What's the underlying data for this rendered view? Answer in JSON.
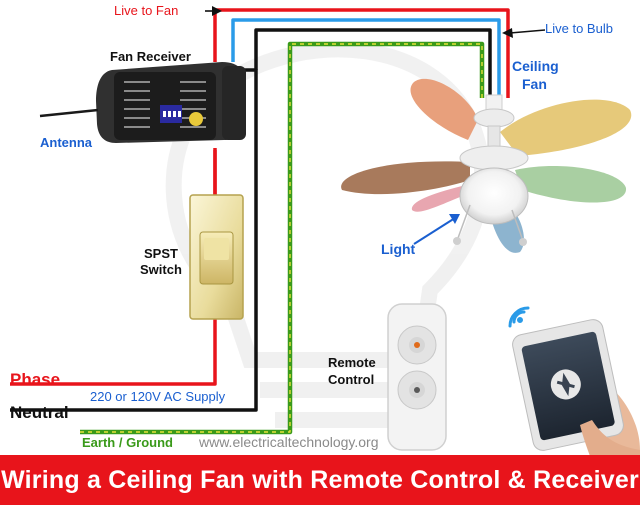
{
  "title": "Wiring a Ceiling Fan with Remote Control & Receiver",
  "watermark": "www.electricaltechnology.org",
  "labels": {
    "live_to_fan": "Live to Fan",
    "live_to_bulb": "Live to Bulb",
    "fan_receiver": "Fan Receiver",
    "antenna": "Antenna",
    "ceiling_fan_line1": "Ceiling",
    "ceiling_fan_line2": "Fan",
    "spst_line1": "SPST",
    "spst_line2": "Switch",
    "light": "Light",
    "remote_line1": "Remote",
    "remote_line2": "Control",
    "phase": "Phase",
    "neutral": "Neutral",
    "supply": "220 or 120V AC Supply",
    "earth": "Earth / Ground"
  },
  "colors": {
    "phase": "#e8141b",
    "neutral": "#111111",
    "live_bulb": "#2a9be8",
    "earth": "#3a9a1a",
    "label_blue": "#1a5fd0",
    "title_bg": "#e8141b"
  }
}
